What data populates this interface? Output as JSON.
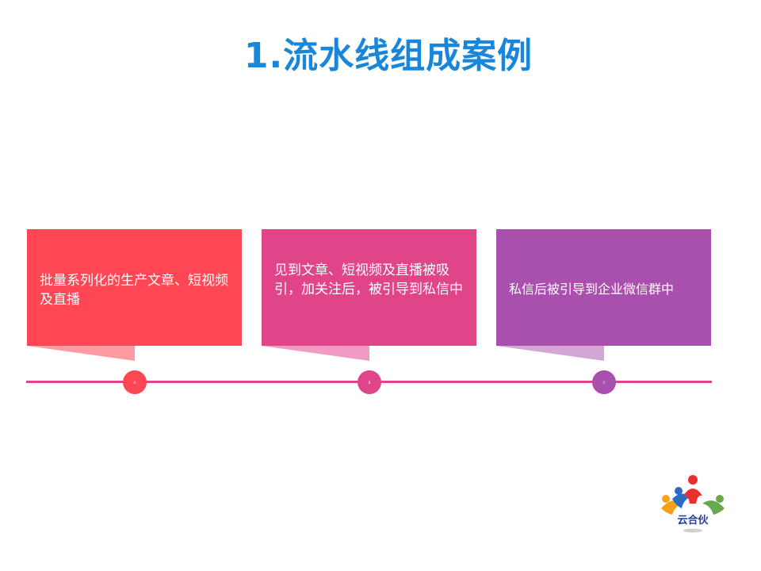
{
  "title": "1.流水线组成案例",
  "steps": [
    {
      "text": "批量系列化的生产文章、短视频及直播",
      "marker": "A",
      "color": "#ff4654",
      "tail_color": "#ff9aa2"
    },
    {
      "text": "见到文章、短视频及直播被吸引，加关注后，被引导到私信中",
      "marker": "B",
      "color": "#e14589",
      "tail_color": "#f09cc2"
    },
    {
      "text": "私信后被引导到企业微信群中",
      "marker": "C",
      "color": "#a94fad",
      "tail_color": "#d4a6d6"
    }
  ],
  "timeline_color": "#e0458a",
  "logo": {
    "text": "云合伙",
    "icon": "people-circle-logo-icon"
  }
}
